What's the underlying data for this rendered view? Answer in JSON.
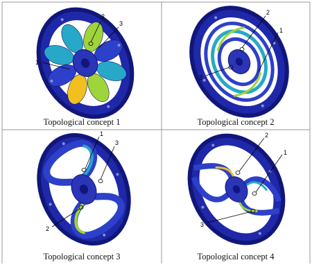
{
  "colors": {
    "ring": "#1f28a8",
    "ring_shade": "#11167a",
    "ring_light": "#3a47d4",
    "hub": "#2a35b8",
    "stress_low": "#2d40c9",
    "stress_mid": "#27a8c8",
    "stress_high": "#9fd43a",
    "stress_peak": "#f0c020",
    "border": "#333333"
  },
  "panels": [
    {
      "caption": "Topological concept 1",
      "labels": [
        "1",
        "2",
        "3"
      ]
    },
    {
      "caption": "Topological concept 2",
      "labels": [
        "1",
        "2",
        "3"
      ]
    },
    {
      "caption": "Topological concept 3",
      "labels": [
        "1",
        "2",
        "3"
      ]
    },
    {
      "caption": "Topological concept 4",
      "labels": [
        "1",
        "2",
        "3"
      ]
    }
  ]
}
